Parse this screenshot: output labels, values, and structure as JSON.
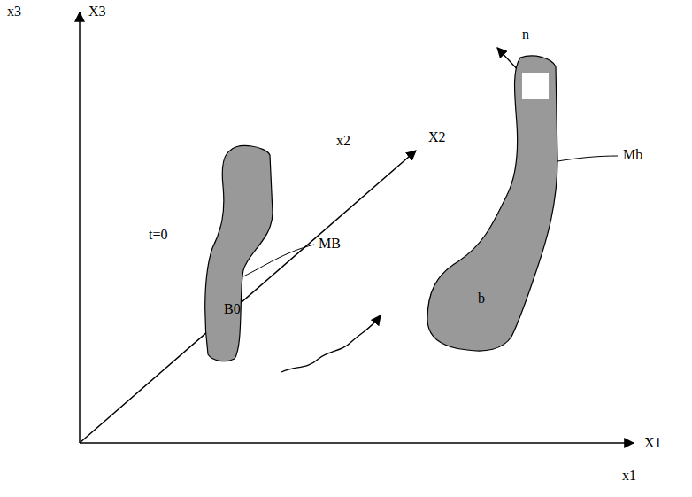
{
  "diagram": {
    "nodes": [
      {
        "text": [
          "B0"
        ]
      },
      {
        "text": [
          "b"
        ]
      }
    ],
    "labels": [
      "x3",
      "X3",
      "x2",
      "X2",
      "X1",
      "x1",
      "t=0",
      "MB",
      "n",
      "Mb"
    ]
  }
}
